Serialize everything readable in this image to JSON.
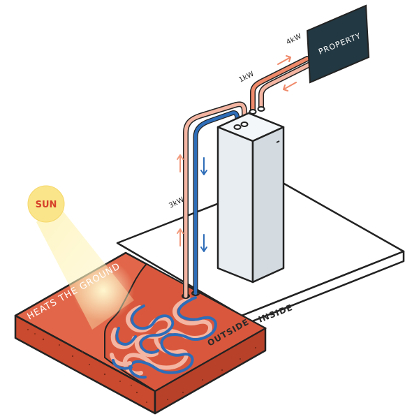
{
  "labels": {
    "sun": "SUN",
    "heats_the_ground": "HEATS THE GROUND",
    "outside": "OUTSIDE",
    "inside": "INSIDE",
    "property": "PROPERTY",
    "power_ground": "3kW",
    "power_electric": "1kW",
    "power_property": "4kW"
  },
  "colors": {
    "ground_top": "#e2674a",
    "ground_side": "#c94a2e",
    "pipe_warm": "#f4b6a2",
    "pipe_cold": "#2e6db8",
    "unit_body": "#e8edf1",
    "property_box": "#223842",
    "sun_core": "#fbe58a",
    "sun_glow": "#fff5c7",
    "arrow_warm": "#ef8a6a"
  }
}
